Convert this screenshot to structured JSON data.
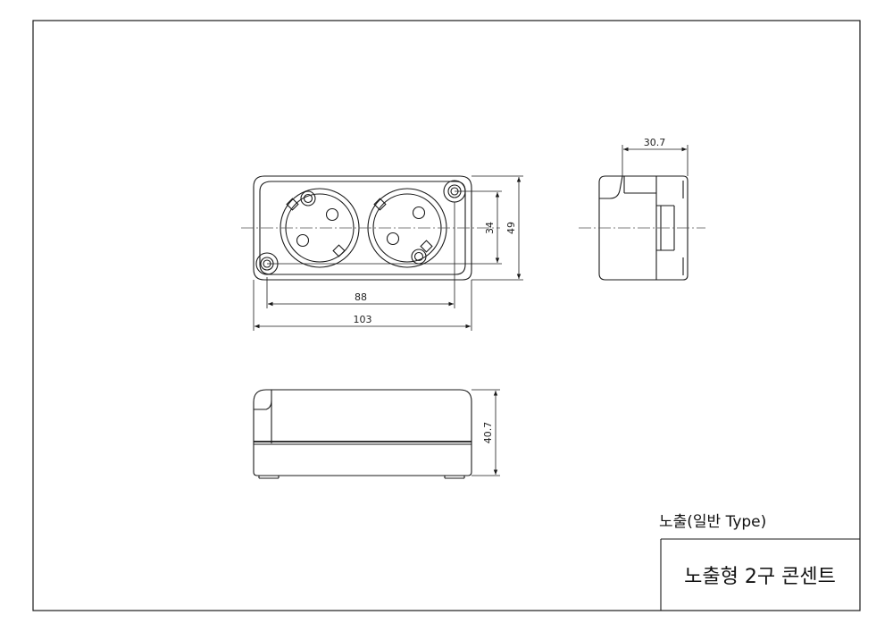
{
  "drawing": {
    "dimensions": {
      "front_hole_spacing": "88",
      "front_width": "103",
      "front_inner_height": "34",
      "front_height": "49",
      "side_depth": "30.7",
      "bottom_height": "40.7"
    },
    "type_label": "노출(일반 Type)",
    "title": "노출형 2구 콘센트",
    "colors": {
      "line": "#1a1a1a",
      "center_line": "#555555",
      "background": "#ffffff"
    }
  }
}
